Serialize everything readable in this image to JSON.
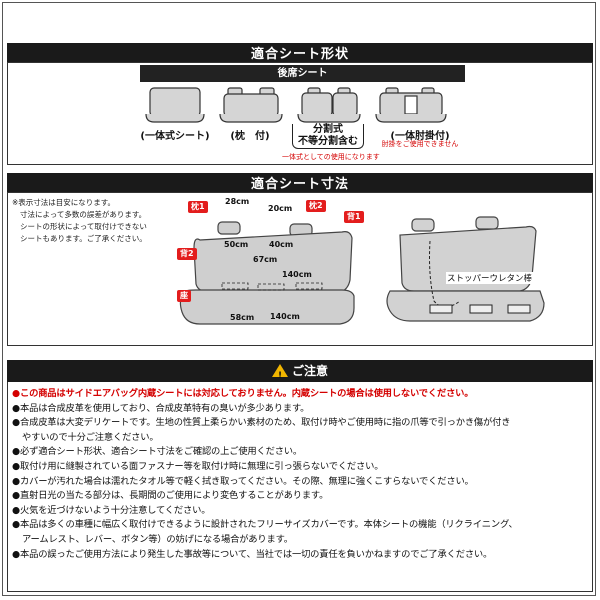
{
  "section1": {
    "title": "適合シート形状",
    "sub_title": "後席シート",
    "seats": [
      {
        "label": "(一体式シート)",
        "note": ""
      },
      {
        "label": "(枕　付)",
        "note": ""
      },
      {
        "label": "分割式\n不等分割含む",
        "note": "一体式としての使用になります"
      },
      {
        "label": "(一体肘掛付)",
        "note": "肘掛をご使用できません"
      }
    ]
  },
  "section2": {
    "title": "適合シート寸法",
    "notes": [
      "※表示寸法は目安になります。",
      "寸法によって多数の誤差があります。",
      "シートの形状によって取付けできない",
      "シートもあります。ご了承ください。"
    ],
    "tags": {
      "pillow1": "枕1",
      "pillow2": "枕2",
      "back1": "背1",
      "back2": "背2",
      "seat": "座"
    },
    "dims": {
      "d1": "28cm",
      "d2": "20cm",
      "d3": "50cm",
      "d4": "40cm",
      "d5": "67cm",
      "d6": "140cm",
      "d7": "58cm",
      "d8": "140cm"
    },
    "stopper_label": "ストッパーウレタン棒"
  },
  "warnings": {
    "title": "ご注意",
    "items": [
      {
        "text": "この商品はサイドエアバッグ内蔵シートには対応しておりません。内蔵シートの場合は使用しないでください。",
        "red": true
      },
      {
        "text": "本品は合成皮革を使用しており、合成皮革特有の臭いが多少あります。",
        "red": false
      },
      {
        "text": "合成皮革は大変デリケートです。生地の性質上柔らかい素材のため、取付け時やご使用時に指の爪等で引っかき傷が付き",
        "red": false
      },
      {
        "text": "やすいので十分ご注意ください。",
        "red": false,
        "cont": true
      },
      {
        "text": "必ず適合シート形状、適合シート寸法をご確認の上ご使用ください。",
        "red": false
      },
      {
        "text": "取付け用に縫製されている面ファスナー等を取付け時に無理に引っ張らないでください。",
        "red": false
      },
      {
        "text": "カバーが汚れた場合は濡れたタオル等で軽く拭き取ってください。その際、無理に強くこすらないでください。",
        "red": false
      },
      {
        "text": "直射日光の当たる部分は、長期間のご使用により変色することがあります。",
        "red": false
      },
      {
        "text": "火気を近づけないよう十分注意してください。",
        "red": false
      },
      {
        "text": "本品は多くの車種に幅広く取付けできるように設計されたフリーサイズカバーです。本体シートの機能（リクライニング、",
        "red": false
      },
      {
        "text": "アームレスト、レバー、ボタン等）の妨げになる場合があります。",
        "red": false,
        "cont": true
      },
      {
        "text": "本品の誤ったご使用方法により発生した事故等について、当社では一切の責任を負いかねますのでご了承ください。",
        "red": false
      }
    ]
  }
}
